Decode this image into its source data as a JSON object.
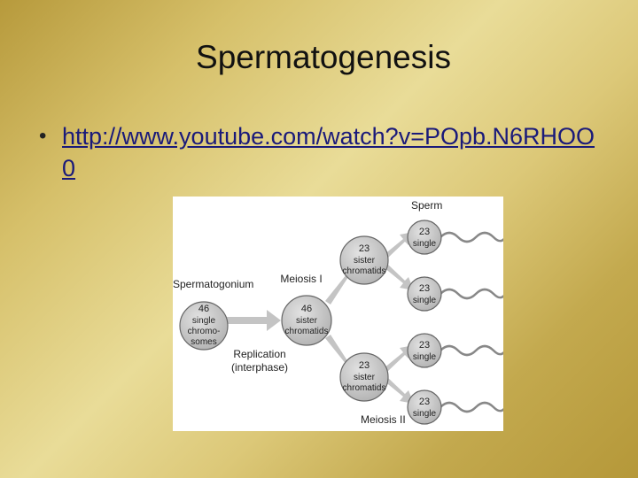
{
  "slide": {
    "title": "Spermatogenesis",
    "bullet": "•",
    "link": "http://www.youtube.com/watch?v=POpb.N6RHOO0"
  },
  "figure": {
    "sperm_label": "Sperm",
    "spermatogonium_label": "Spermatogonium",
    "spermatogonium": [
      "46",
      "single",
      "chromo-",
      "somes"
    ],
    "primary": [
      "46",
      "sister",
      "chromatids"
    ],
    "meiosis1_label": "Meiosis I",
    "meiosis2_label": "Meiosis II",
    "replication_label": [
      "Replication",
      "(interphase)"
    ],
    "secondary": [
      "23",
      "sister",
      "chromatids"
    ],
    "spermatid": [
      "23",
      "single"
    ]
  }
}
